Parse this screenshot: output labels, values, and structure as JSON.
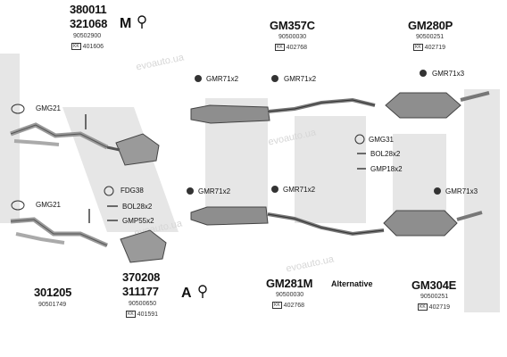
{
  "watermark_text": "evoauto.ua",
  "colors": {
    "background": "#ffffff",
    "muffler": "#8e8e8e",
    "pipe": "#a9a9a9",
    "watermark": "#e6e6e6"
  },
  "icons": {
    "manual": "manual-transmission-icon",
    "auto": "automatic-transmission-icon"
  },
  "groups": {
    "top_left": {
      "code1": "380011",
      "code2": "321068",
      "article": "90502900",
      "ref": "401606"
    },
    "top_mid": {
      "code": "GM357C",
      "article": "90500030",
      "ref": "402768"
    },
    "top_right": {
      "code": "GM280P",
      "article": "90500251",
      "ref": "402719"
    },
    "bottom_left": {
      "code": "301205",
      "article": "90501749"
    },
    "bottom_cat": {
      "code1": "370208",
      "code2": "311177",
      "article": "90500650",
      "ref": "401591"
    },
    "bottom_mid": {
      "code": "GM281M",
      "article": "90500030",
      "ref": "402768",
      "note": "Alternative"
    },
    "bottom_right": {
      "code": "GM304E",
      "article": "90500251",
      "ref": "402719"
    }
  },
  "parts": {
    "gmg21_top": "GMG21",
    "gmg21_bottom": "GMG21",
    "gmr_top_1": "GMR71x2",
    "gmr_top_2": "GMR71x2",
    "gmr_top_3": "GMR71x3",
    "gmg31": "GMG31",
    "bol_right": "BOL28x2",
    "gmp_right": "GMP18x2",
    "fdg38": "FDG38",
    "bol_left": "BOL28x2",
    "gmp_left": "GMP55x2",
    "gmr_bot_1": "GMR71x2",
    "gmr_bot_2": "GMR71x2",
    "gmr_bot_3": "GMR71x3"
  }
}
